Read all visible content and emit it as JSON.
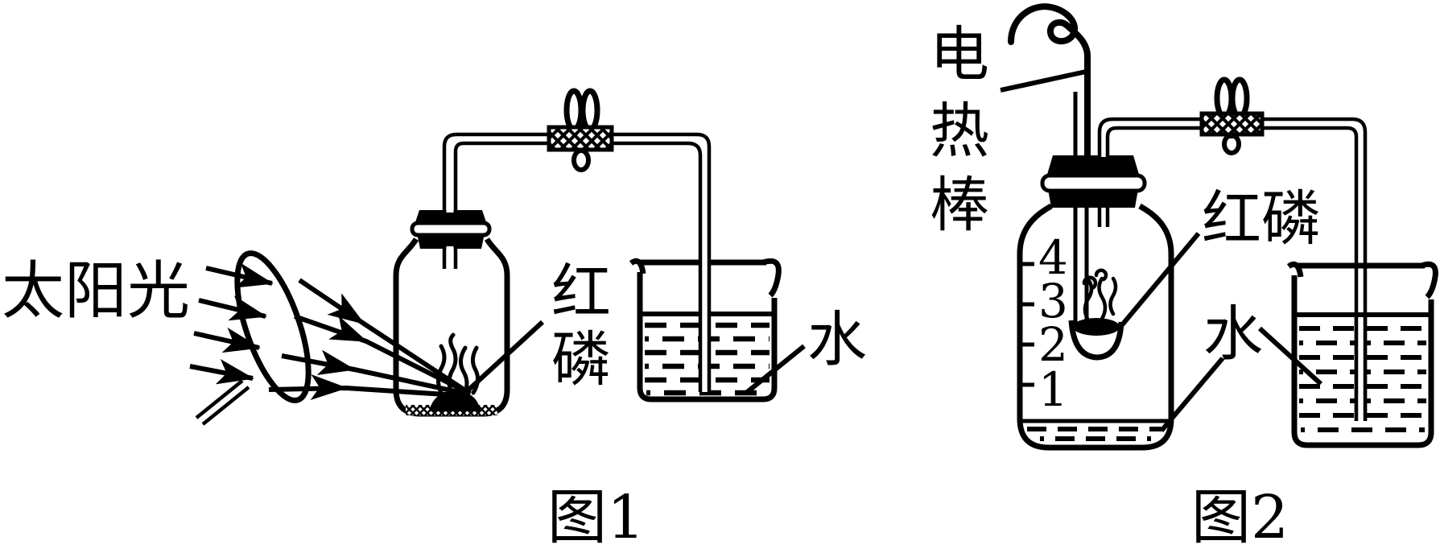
{
  "figure1": {
    "caption": "图1",
    "sunlight_label": "太阳光",
    "red_phosphorus_chars": [
      "红",
      "磷"
    ],
    "water_label": "水"
  },
  "figure2": {
    "caption": "图2",
    "heater_chars": [
      "电",
      "热",
      "棒"
    ],
    "red_phosphorus_label": "红磷",
    "water_label": "水",
    "scale_marks": [
      "4",
      "3",
      "2",
      "1"
    ]
  },
  "colors": {
    "ink": "#000000",
    "background": "#ffffff"
  }
}
